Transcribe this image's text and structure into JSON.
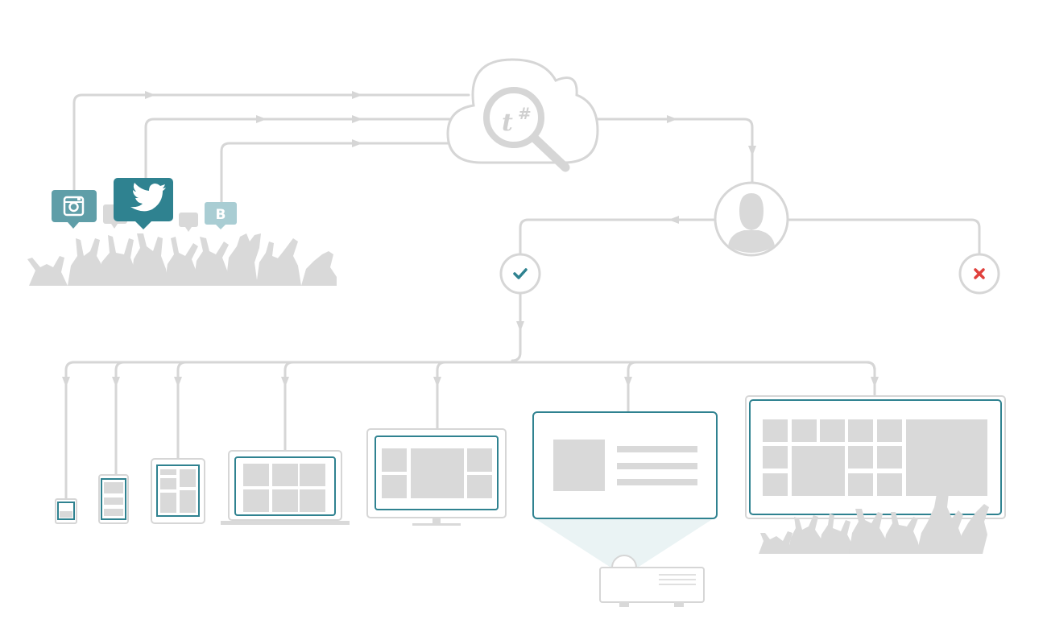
{
  "colors": {
    "line": "#d6d6d6",
    "gray": "#d9d9d9",
    "accent": "#2f8290",
    "accent_light": "#5f9ea8",
    "accent_pale": "#a9cdd3",
    "check": "#2f8290",
    "reject": "#e0403c",
    "beam": "#eaf3f4"
  },
  "sources": [
    {
      "name": "instagram",
      "icon": "instagram-icon"
    },
    {
      "name": "twitter",
      "icon": "twitter-bird-icon"
    },
    {
      "name": "blog",
      "icon": "blog-b-icon",
      "glyph": "B"
    }
  ],
  "cloud": {
    "icon": "cloud-search-icon",
    "label": "t",
    "superscript": "#"
  },
  "moderation": {
    "moderator_icon": "user-avatar-icon",
    "approve_icon": "checkmark-icon",
    "reject_icon": "close-x-icon"
  },
  "outputs": [
    {
      "name": "smartwatch",
      "icon": "smartwatch-icon"
    },
    {
      "name": "smartphone",
      "icon": "smartphone-icon"
    },
    {
      "name": "tablet",
      "icon": "tablet-icon"
    },
    {
      "name": "laptop",
      "icon": "laptop-icon"
    },
    {
      "name": "desktop-monitor",
      "icon": "monitor-icon"
    },
    {
      "name": "projector",
      "icon": "projector-icon"
    },
    {
      "name": "video-wall",
      "icon": "video-wall-icon"
    }
  ]
}
